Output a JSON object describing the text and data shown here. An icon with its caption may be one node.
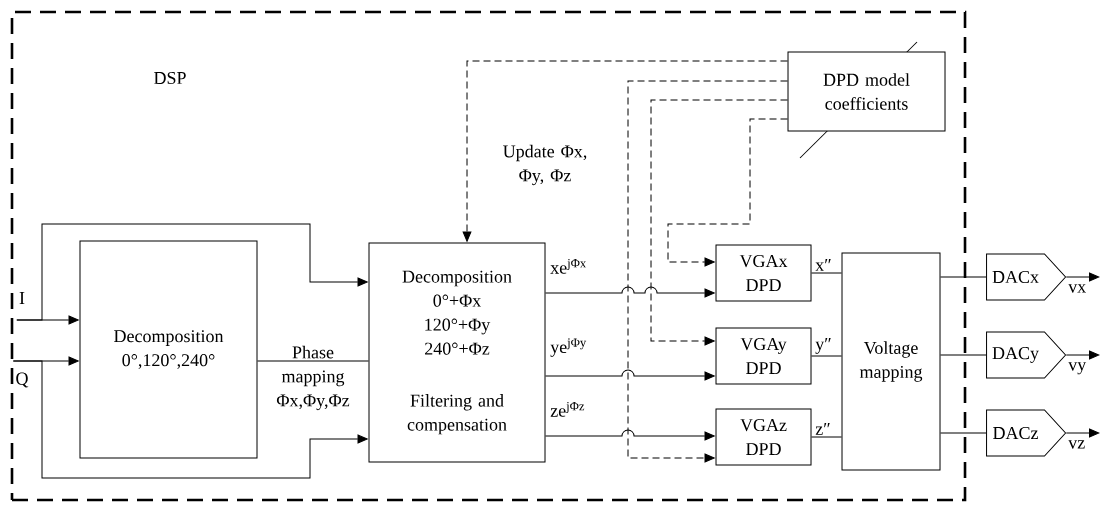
{
  "diagram": {
    "nodes": [
      {
        "text": [
          "DSP"
        ]
      },
      {
        "text": [
          "I"
        ],
        "in": 0
      },
      {
        "text": [
          "Q"
        ],
        "in": 0
      },
      {
        "text": [
          "Decomposition 0°,120°,240°"
        ],
        "in": 0
      },
      {
        "text": [
          "Decomposition 0°+Φx 120°+Φy 240°+Φz",
          "Filtering and compensation"
        ],
        "in": 0
      },
      {
        "text": [
          "DPD model coefficients"
        ],
        "in": 0
      },
      {
        "text": [
          "VGAx DPD"
        ],
        "in": 0
      },
      {
        "text": [
          "VGAy DPD"
        ],
        "in": 0
      },
      {
        "text": [
          "VGAz DPD"
        ],
        "in": 0
      },
      {
        "text": [
          "Voltage mapping"
        ],
        "in": 0
      },
      {
        "text": [
          "DACx"
        ]
      },
      {
        "text": [
          "DACy"
        ]
      },
      {
        "text": [
          "DACz"
        ]
      }
    ],
    "edges": [
      {
        "from": 1,
        "to": 3,
        "arrow": "to"
      },
      {
        "from": 1,
        "to": 4,
        "arrow": "to"
      },
      {
        "from": 2,
        "to": 3,
        "arrow": "to"
      },
      {
        "from": 2,
        "to": 4,
        "arrow": "to"
      },
      {
        "from": 3,
        "to": 4,
        "arrow": "none",
        "label": "Phase mapping Φx,Φy,Φz"
      },
      {
        "from": 5,
        "to": 4,
        "arrow": "to",
        "style": "dashed",
        "label": "Update Φx, Φy, Φz"
      },
      {
        "from": 4,
        "to": 6,
        "arrow": "to",
        "label": "xe$^{jΦx}$"
      },
      {
        "from": 4,
        "to": 7,
        "arrow": "to",
        "label": "ye$^{jΦy}$"
      },
      {
        "from": 4,
        "to": 8,
        "arrow": "to",
        "label": "ze$^{jΦz}$"
      },
      {
        "from": 5,
        "to": 6,
        "arrow": "to",
        "style": "dashed"
      },
      {
        "from": 5,
        "to": 7,
        "arrow": "to",
        "style": "dashed"
      },
      {
        "from": 5,
        "to": 8,
        "arrow": "to",
        "style": "dashed"
      },
      {
        "from": 6,
        "to": 9,
        "arrow": "none",
        "label": "x″"
      },
      {
        "from": 7,
        "to": 9,
        "arrow": "none",
        "label": "y″"
      },
      {
        "from": 8,
        "to": 9,
        "arrow": "none",
        "label": "z″"
      },
      {
        "from": 9,
        "to": 10,
        "arrow": "none"
      },
      {
        "from": 9,
        "to": 11,
        "arrow": "none"
      },
      {
        "from": 9,
        "to": 12,
        "arrow": "none"
      },
      {
        "from": 10,
        "to": null,
        "arrow": "to",
        "label": "vx"
      },
      {
        "from": 11,
        "to": null,
        "arrow": "to",
        "label": "vy"
      },
      {
        "from": 12,
        "to": null,
        "arrow": "to",
        "label": "vz"
      }
    ]
  }
}
